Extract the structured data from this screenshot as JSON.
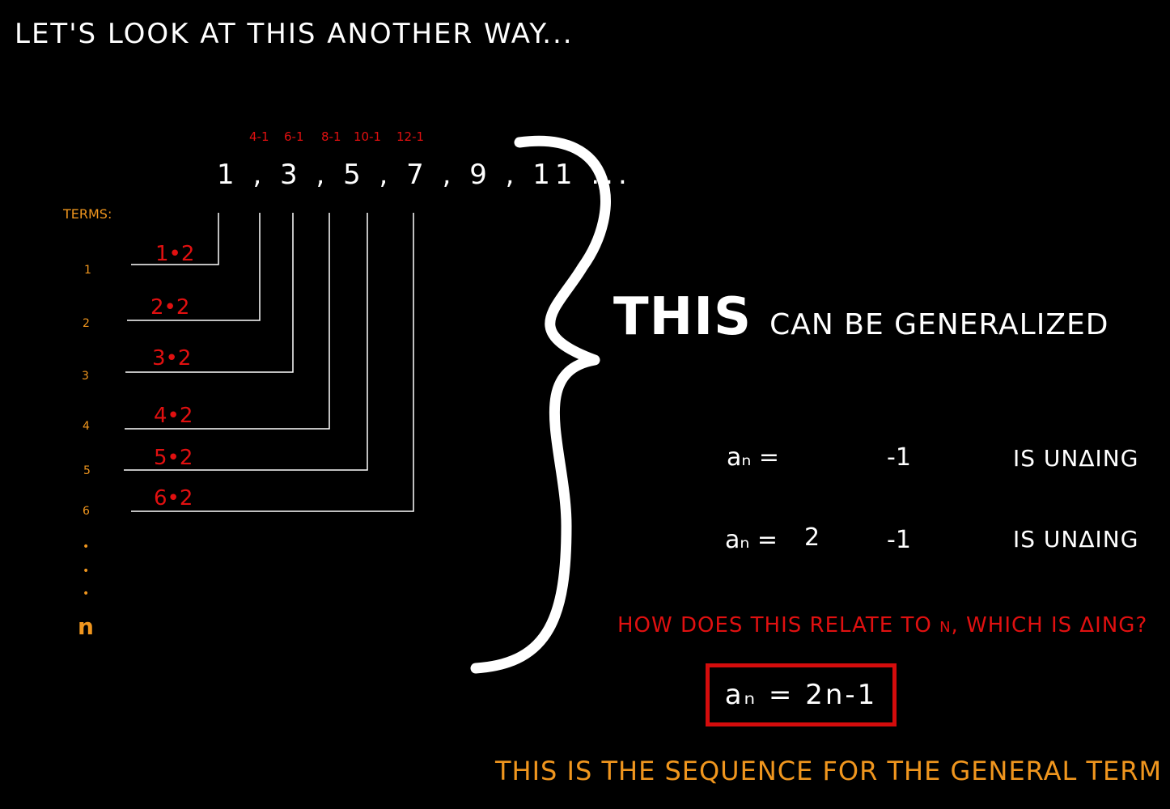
{
  "title": "LET'S LOOK AT THIS ANOTHER WAY...",
  "differences": [
    "4-1",
    "6-1",
    "8-1",
    "10-1",
    "12-1"
  ],
  "sequence": "1 , 3 , 5 , 7 , 9 , 11 ...",
  "terms_label": "TERMS:",
  "term_indices": [
    "1",
    "2",
    "3",
    "4",
    "5",
    "6",
    "•",
    "•",
    "•",
    "n"
  ],
  "multiplications": [
    "1•2",
    "2•2",
    "3•2",
    "4•2",
    "5•2",
    "6•2"
  ],
  "headline": {
    "big": "THIS",
    "small": "CAN BE GENERALIZED"
  },
  "equations": [
    {
      "lhs": "aₙ =",
      "mid": "",
      "rhs": "-1",
      "note": "IS UNΔING"
    },
    {
      "lhs": "aₙ =",
      "mid": "2",
      "rhs": "-1",
      "note": "IS UNΔING"
    }
  ],
  "question": "HOW DOES THIS RELATE TO n, WHICH IS ΔING?",
  "answer": "aₙ = 2n-1",
  "footer": "THIS IS THE SEQUENCE FOR THE GENERAL TERM",
  "colors": {
    "background": "#000000",
    "white": "#ffffff",
    "red": "#e01010",
    "orange": "#f0961e",
    "box": "#d40c0c"
  }
}
